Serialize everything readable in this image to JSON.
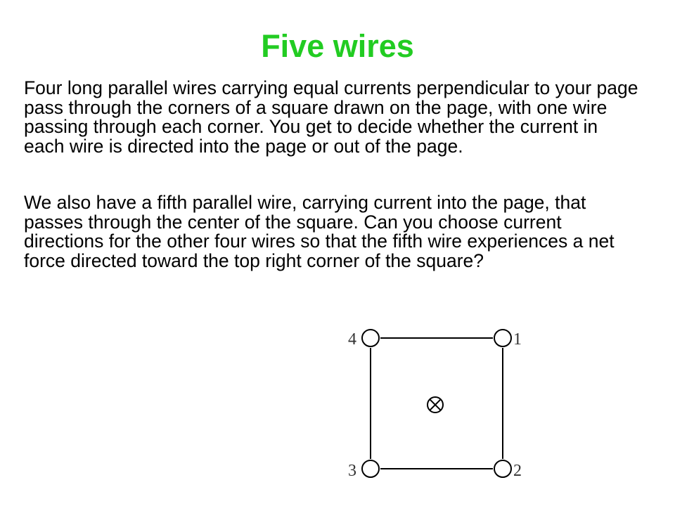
{
  "slide": {
    "title": "Five wires",
    "title_color": "#22cc22",
    "paragraphs": [
      "Four long parallel wires carrying equal currents perpendicular to your page pass through the corners of a square drawn on the page, with one wire passing through each corner. You get to decide whether the current in each wire is directed into the page or out of the page.",
      "We also have a fifth parallel wire, carrying current into the page, that passes through the center of the square. Can you choose current directions for the other four wires so that the fifth wire experiences a net force directed toward the top right corner of the square?"
    ]
  },
  "diagram": {
    "corner_labels": {
      "top_left": "4",
      "top_right": "1",
      "bottom_left": "3",
      "bottom_right": "2"
    },
    "center_symbol": "current-into-page"
  }
}
